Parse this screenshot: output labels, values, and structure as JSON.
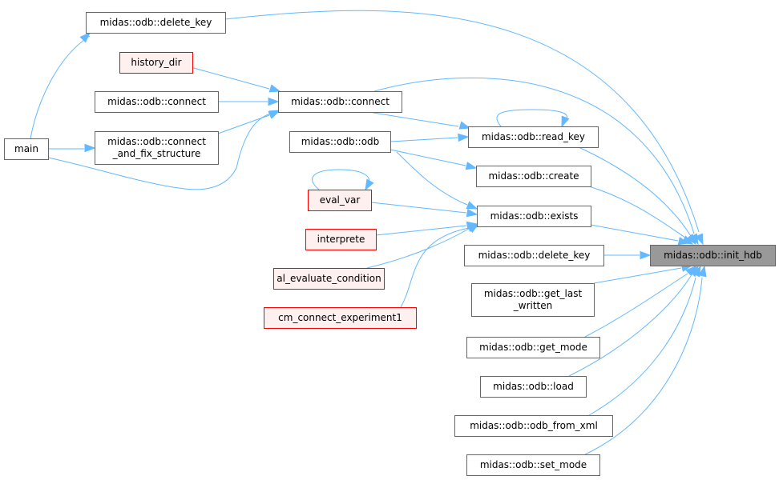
{
  "nodes": {
    "delete_key_top": {
      "lines": [
        "midas::odb::delete_key"
      ],
      "style": "normal"
    },
    "history_dir": {
      "lines": [
        "history_dir"
      ],
      "style": "red"
    },
    "connect_left": {
      "lines": [
        "midas::odb::connect"
      ],
      "style": "normal"
    },
    "connect_mid": {
      "lines": [
        "midas::odb::connect"
      ],
      "style": "normal"
    },
    "main": {
      "lines": [
        "main"
      ],
      "style": "normal"
    },
    "connect_fix": {
      "lines": [
        "midas::odb::connect",
        "_and_fix_structure"
      ],
      "style": "normal"
    },
    "odb_odb": {
      "lines": [
        "midas::odb::odb"
      ],
      "style": "normal"
    },
    "read_key": {
      "lines": [
        "midas::odb::read_key"
      ],
      "style": "normal"
    },
    "create": {
      "lines": [
        "midas::odb::create"
      ],
      "style": "normal"
    },
    "eval_var": {
      "lines": [
        "eval_var"
      ],
      "style": "red"
    },
    "exists": {
      "lines": [
        "midas::odb::exists"
      ],
      "style": "normal"
    },
    "interprete": {
      "lines": [
        "interprete"
      ],
      "style": "red"
    },
    "delete_key_low": {
      "lines": [
        "midas::odb::delete_key"
      ],
      "style": "normal"
    },
    "init_hdb": {
      "lines": [
        "midas::odb::init_hdb"
      ],
      "style": "highlight"
    },
    "al_eval": {
      "lines": [
        "al_evaluate_condition"
      ],
      "style": "red"
    },
    "get_last_written": {
      "lines": [
        "midas::odb::get_last",
        "_written"
      ],
      "style": "normal"
    },
    "cm_connect": {
      "lines": [
        "cm_connect_experiment1"
      ],
      "style": "red"
    },
    "get_mode": {
      "lines": [
        "midas::odb::get_mode"
      ],
      "style": "normal"
    },
    "load": {
      "lines": [
        "midas::odb::load"
      ],
      "style": "normal"
    },
    "odb_from_xml": {
      "lines": [
        "midas::odb::odb_from_xml"
      ],
      "style": "normal"
    },
    "set_mode": {
      "lines": [
        "midas::odb::set_mode"
      ],
      "style": "normal"
    }
  },
  "colors": {
    "edge": "#63b8ff",
    "node_border": "#666666",
    "red_border": "#ff0000",
    "red_fill": "#fff0f0",
    "highlight_fill": "#999999"
  }
}
